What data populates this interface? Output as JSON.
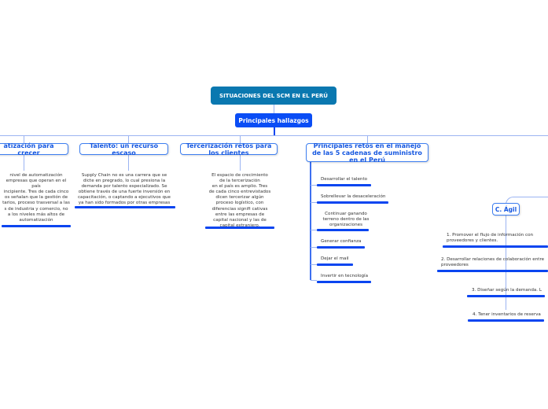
{
  "root": {
    "title": "SITUACIONES DEL SCM EN EL PERÚ"
  },
  "main": {
    "title": "Principales hallazgos"
  },
  "branches": [
    {
      "title": "atización para crecer",
      "lines": [
        "nivel de automatización",
        "empresas que operan en el país",
        "incipiente. Tres de cada cinco",
        "os señalan que la gestión de",
        "tarios, proceso trasversal a las",
        "s de industria y comercio, no",
        "a los niveles más altos de",
        "automatización"
      ]
    },
    {
      "title": "Talento: un recurso escaso",
      "lines": [
        "Supply Chain no es una carrera que se",
        "dicte en pregrado, lo cual presiona la",
        "demanda por talento especializado. Se",
        "obtiene través de una fuerte inversión en",
        "capacitación, o captando a ejecutivos que",
        "ya han sido formados por otras empresas"
      ]
    },
    {
      "title": "Tercerización retos para los clientes",
      "lines": [
        "El espacio de crecimiento",
        "de la tercerización",
        "en el país es amplio. Tres",
        "de cada cinco entrevistados",
        "dicen tercerizar algún",
        "proceso logístico, con",
        "diferencias signifi cativas",
        "entre las empresas de",
        "capital nacional y las de",
        "capital extranjero."
      ]
    },
    {
      "title": "Principales retos en el manejo de las 5 cadenas de suministro en el Perú",
      "items": [
        "Desarrollar el talento",
        "Sobrellevar la desaceleración",
        "Continuar ganando terreno dentro de las organizaciones",
        "Generar confianza",
        "Dejar el mail",
        "Invertir en tecnología"
      ]
    }
  ],
  "agil": {
    "title": "C. Ágil",
    "items": [
      "1. Promover el flujo de información con proveedores y clientes.",
      "2. Desarrollar relaciones de colaboración entre proveedores",
      "3. Diseñar según la demanda. L",
      "4. Tener inventarios de reserva"
    ]
  }
}
